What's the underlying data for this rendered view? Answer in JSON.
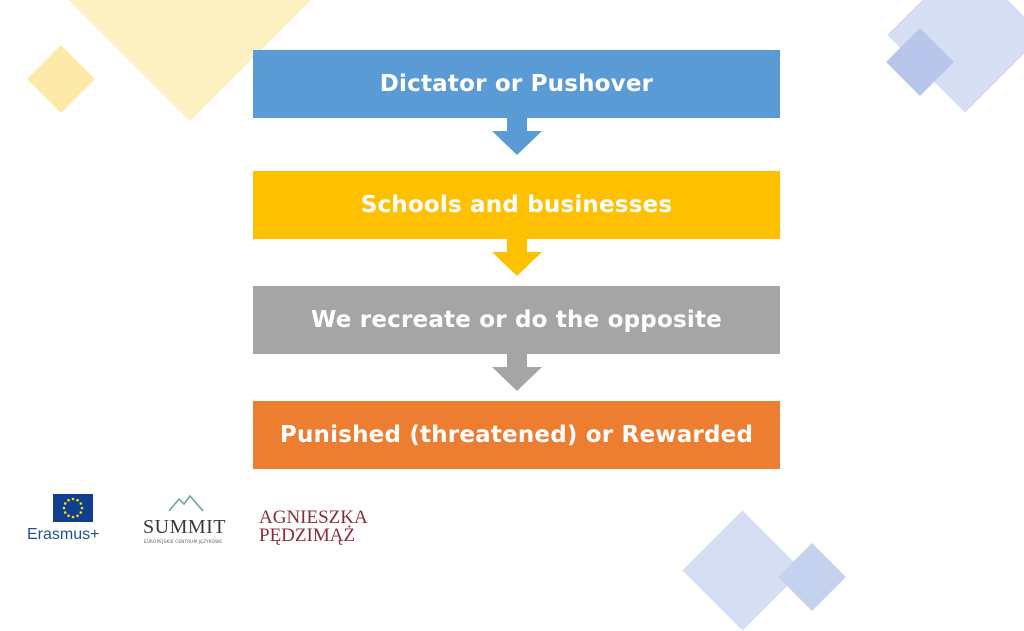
{
  "colors": {
    "blue": "#5b9bd5",
    "yellow": "#ffc000",
    "gray": "#a5a5a5",
    "orange": "#ed7d31",
    "deco_yellow": "#fde9a8",
    "deco_blue": "#c5d2ef"
  },
  "flow": {
    "steps": [
      {
        "label": "Dictator or Pushover"
      },
      {
        "label": "Schools and businesses"
      },
      {
        "label": "We recreate or do the opposite"
      },
      {
        "label": "Punished (threatened) or Rewarded"
      }
    ]
  },
  "logos": {
    "erasmus": {
      "label": "Erasmus+",
      "icon": "eu-flag-icon"
    },
    "summit": {
      "name": "SUMMIT",
      "subtitle": "EUROPEJSKIE CENTRUM JĘZYKOWE",
      "icon": "mountain-icon"
    },
    "agnieszka": {
      "line1": "AGNIESZKA",
      "line2": "PĘDZIMĄŻ"
    }
  }
}
